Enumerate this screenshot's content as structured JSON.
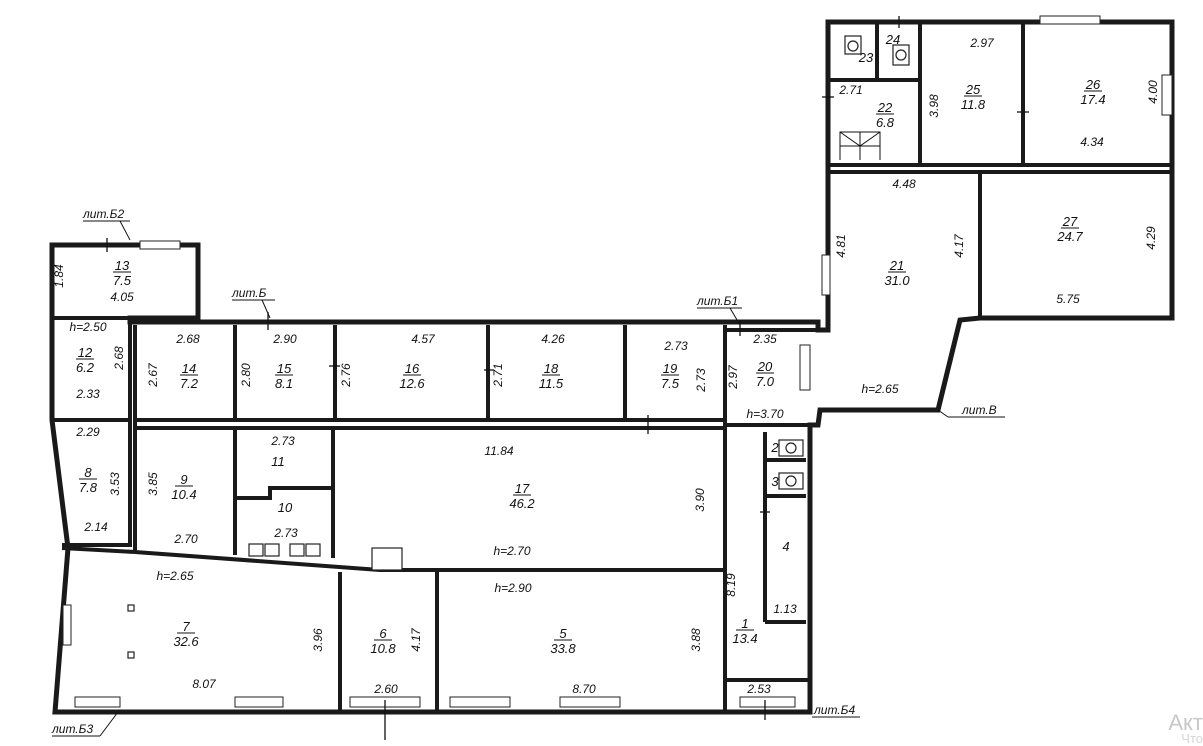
{
  "lit_labels": {
    "b2": "лит.Б2",
    "b": "лит.Б",
    "b1": "лит.Б1",
    "b3": "лит.Б3",
    "b4": "лит.Б4",
    "v": "лит.В"
  },
  "rooms": [
    {
      "num": "1",
      "area": "13.4"
    },
    {
      "num": "2",
      "area": ""
    },
    {
      "num": "3",
      "area": ""
    },
    {
      "num": "4",
      "area": ""
    },
    {
      "num": "5",
      "area": "33.8"
    },
    {
      "num": "6",
      "area": "10.8"
    },
    {
      "num": "7",
      "area": "32.6"
    },
    {
      "num": "8",
      "area": "7.8"
    },
    {
      "num": "9",
      "area": "10.4"
    },
    {
      "num": "10",
      "area": ""
    },
    {
      "num": "11",
      "area": ""
    },
    {
      "num": "12",
      "area": "6.2"
    },
    {
      "num": "13",
      "area": "7.5"
    },
    {
      "num": "14",
      "area": "7.2"
    },
    {
      "num": "15",
      "area": "8.1"
    },
    {
      "num": "16",
      "area": "12.6"
    },
    {
      "num": "17",
      "area": "46.2"
    },
    {
      "num": "18",
      "area": "11.5"
    },
    {
      "num": "19",
      "area": "7.5"
    },
    {
      "num": "20",
      "area": "7.0"
    },
    {
      "num": "21",
      "area": "31.0"
    },
    {
      "num": "22",
      "area": "6.8"
    },
    {
      "num": "23",
      "area": ""
    },
    {
      "num": "24",
      "area": ""
    },
    {
      "num": "25",
      "area": "11.8"
    },
    {
      "num": "26",
      "area": "17.4"
    },
    {
      "num": "27",
      "area": "24.7"
    }
  ],
  "dimensions": [
    "1.84",
    "4.05",
    "2.68",
    "2.90",
    "4.57",
    "4.26",
    "2.73",
    "2.35",
    "2.67",
    "2.80",
    "2.76",
    "2.71",
    "2.73",
    "2.97",
    "2.68",
    "2.33",
    "2.29",
    "3.53",
    "2.14",
    "3.85",
    "2.70",
    "2.73",
    "11.84",
    "3.90",
    "2.73",
    "8.19",
    "1.13",
    "3.96",
    "8.07",
    "4.17",
    "2.60",
    "3.88",
    "8.70",
    "2.53",
    "2.97",
    "2.71",
    "3.98",
    "4.00",
    "4.34",
    "4.48",
    "4.81",
    "4.17",
    "4.29",
    "5.75"
  ],
  "heights": [
    "h=2.50",
    "h=3.70",
    "h=2.65",
    "h=2.70",
    "h=2.65",
    "h=2.90"
  ],
  "watermark": {
    "line1": "Акт",
    "line2": "Что"
  }
}
